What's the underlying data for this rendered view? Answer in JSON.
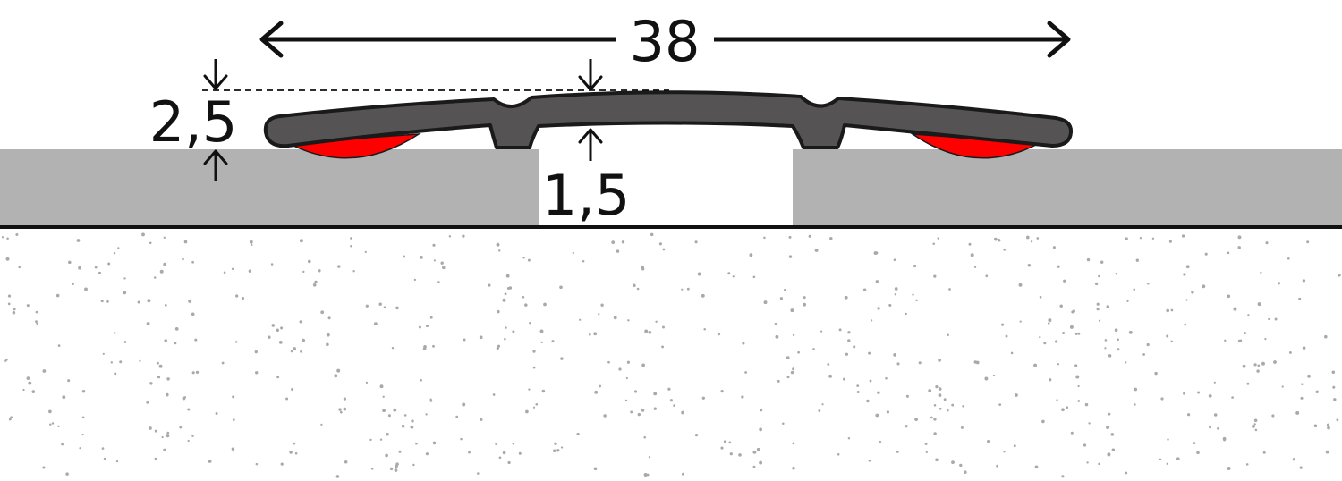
{
  "dimensions": {
    "width_label": "38",
    "height_total_label": "2,5",
    "thickness_label": "1,5"
  },
  "colors": {
    "profile": "#555354",
    "outline": "#1a1a1a",
    "floor": "#b3b2b2",
    "adhesive": "#ff0000",
    "screed_dots": "#a9a9a9",
    "text": "#111111"
  }
}
